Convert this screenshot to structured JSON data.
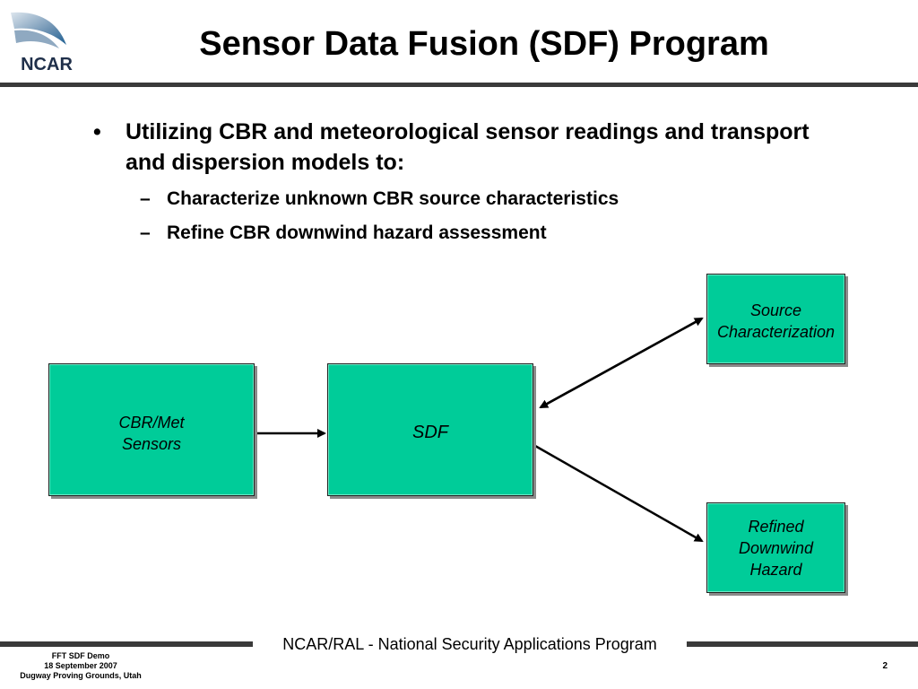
{
  "header": {
    "logo_text": "NCAR",
    "title": "Sensor Data Fusion (SDF) Program"
  },
  "bullets": {
    "main": "Utilizing CBR and meteorological sensor readings and transport and dispersion models to:",
    "sub": [
      "Characterize unknown CBR source characteristics",
      "Refine CBR downwind hazard assessment"
    ]
  },
  "diagram": {
    "sensors": [
      "CBR/Met",
      "Sensors"
    ],
    "sdf": "SDF",
    "source": [
      "Source",
      "Characterization"
    ],
    "hazard": [
      "Refined",
      "Downwind",
      "Hazard"
    ]
  },
  "footer": {
    "center": "NCAR/RAL - National Security Applications Program",
    "left_lines": [
      "FFT SDF Demo",
      "18 September 2007",
      "Dugway Proving Grounds, Utah"
    ],
    "page_number": "2"
  },
  "colors": {
    "box_fill": "#00cc99",
    "rule": "#3a3a3a"
  }
}
